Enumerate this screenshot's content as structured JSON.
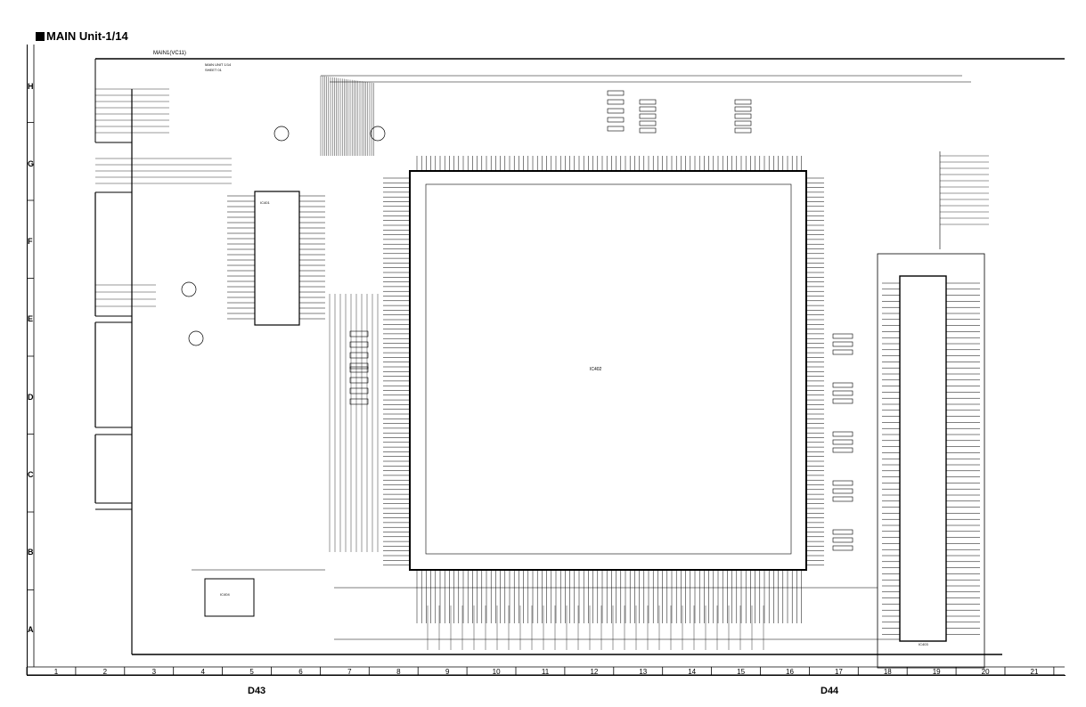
{
  "header": {
    "title": "MAIN Unit-1/14"
  },
  "sheet": {
    "top_bus_label": "MAIN1(VC11)",
    "block_note": [
      "MAIN UNIT 1/14",
      "SHEET 01"
    ],
    "ic_main": "IC402",
    "ic_left": "IC401",
    "ic_right": "IC403",
    "ic_bottom_left": "IC404",
    "row_labels": [
      "H",
      "G",
      "F",
      "E",
      "D",
      "C",
      "B",
      "A"
    ],
    "col_labels": [
      "1",
      "2",
      "3",
      "4",
      "5",
      "6",
      "7",
      "8",
      "9",
      "10",
      "11",
      "12",
      "13",
      "14",
      "15",
      "16",
      "17",
      "18",
      "19",
      "20",
      "21"
    ],
    "page_labels": [
      "D43",
      "D44"
    ]
  },
  "colors": {
    "ink": "#000000",
    "paper": "#ffffff"
  }
}
